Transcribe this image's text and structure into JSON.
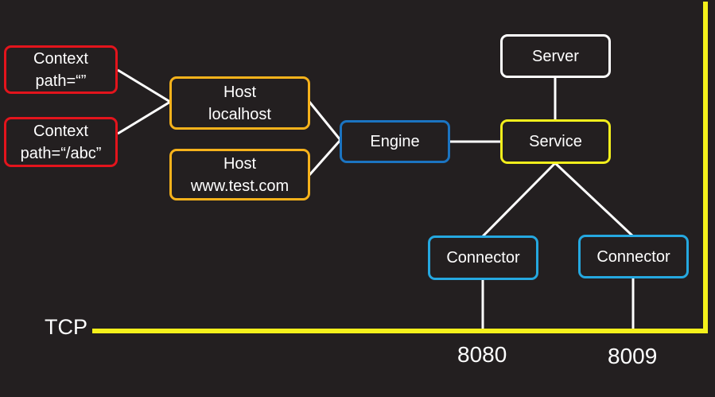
{
  "colors": {
    "background": "#231f20",
    "context": "#e3141c",
    "host": "#f6b21b",
    "engine": "#1b74c1",
    "service": "#f2ee1c",
    "server": "#ffffff",
    "connector": "#25a8e0",
    "tcp_line": "#f4f01b",
    "wire": "#ffffff"
  },
  "nodes": {
    "context_root": {
      "line1": "Context",
      "line2": "path=“”"
    },
    "context_abc": {
      "line1": "Context",
      "line2": "path=“/abc”"
    },
    "host_localhost": {
      "line1": "Host",
      "line2": "localhost"
    },
    "host_test": {
      "line1": "Host",
      "line2": "www.test.com"
    },
    "engine": {
      "label": "Engine"
    },
    "service": {
      "label": "Service"
    },
    "server": {
      "label": "Server"
    },
    "connector_8080": {
      "label": "Connector"
    },
    "connector_8009": {
      "label": "Connector"
    }
  },
  "tcp": {
    "label": "TCP"
  },
  "ports": {
    "port_a": "8080",
    "port_b": "8009"
  }
}
